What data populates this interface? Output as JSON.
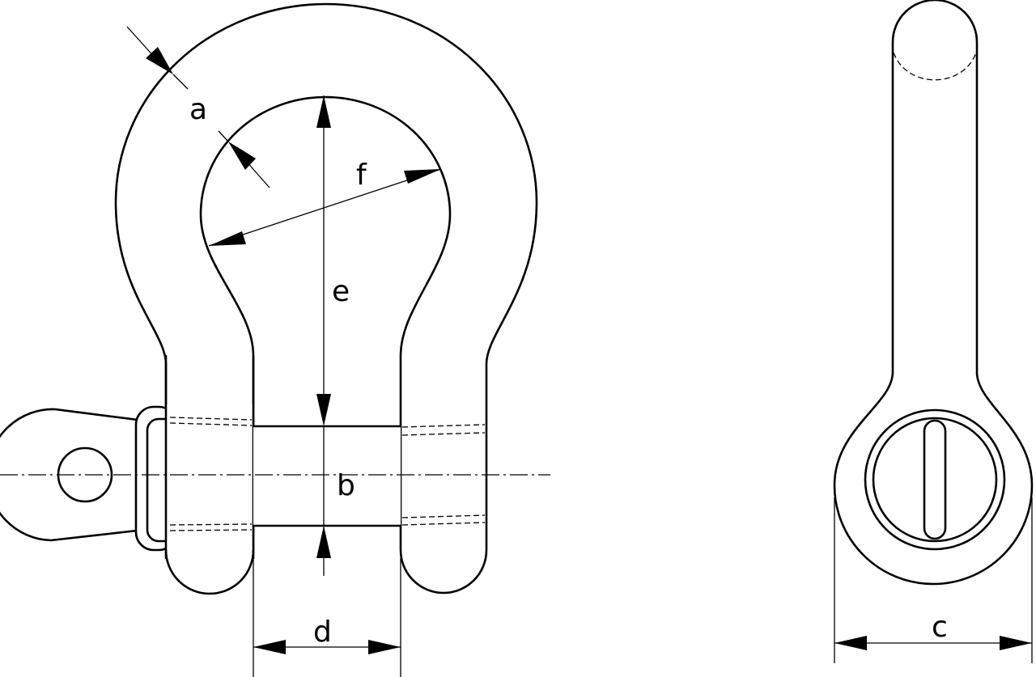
{
  "diagram": {
    "colors": {
      "line": "#000000",
      "background": "#ffffff"
    },
    "dimension_labels": {
      "a": "a",
      "b": "b",
      "c": "c",
      "d": "d",
      "e": "e",
      "f": "f"
    }
  }
}
